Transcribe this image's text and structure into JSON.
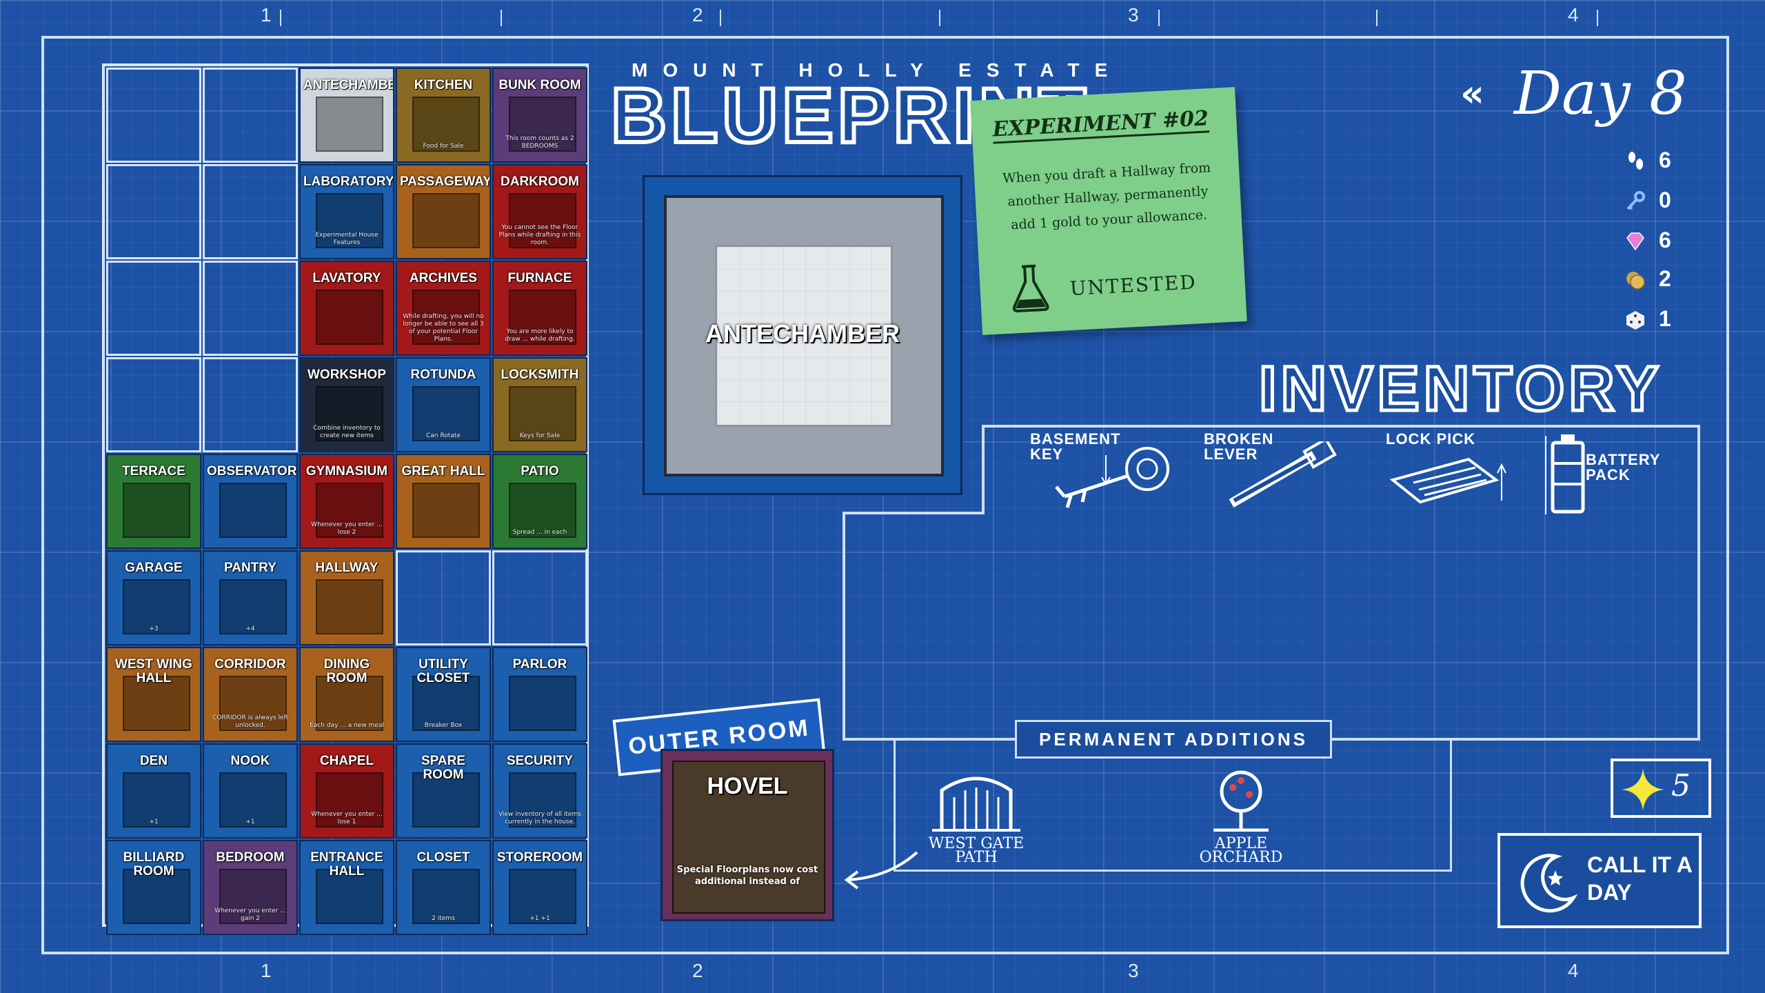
{
  "rulers": {
    "top": [
      "1",
      "2",
      "3",
      "4"
    ],
    "bottom": [
      "1",
      "2",
      "3",
      "4"
    ]
  },
  "header": {
    "subtitle": "MOUNT HOLLY ESTATE",
    "title": "BLUEPRINT"
  },
  "day": {
    "back_label": "«",
    "label": "Day 8"
  },
  "resources": [
    {
      "icon": "footsteps-icon",
      "value": "6"
    },
    {
      "icon": "key-icon",
      "value": "0"
    },
    {
      "icon": "gem-icon",
      "value": "6"
    },
    {
      "icon": "coins-icon",
      "value": "2"
    },
    {
      "icon": "dice-icon",
      "value": "1"
    }
  ],
  "estate": {
    "rooms": [
      {
        "name": "ANTECHAMBER",
        "desc": "",
        "color": "white"
      },
      {
        "name": "KITCHEN",
        "desc": "Food for Sale",
        "color": "gold"
      },
      {
        "name": "BUNK ROOM",
        "desc": "This room counts as 2 BEDROOMS",
        "color": "purple"
      },
      {
        "name": "LABORATORY",
        "desc": "Experimental House Features",
        "color": "blue"
      },
      {
        "name": "PASSAGEWAY",
        "desc": "",
        "color": "orange"
      },
      {
        "name": "DARKROOM",
        "desc": "You cannot see the Floor Plans while drafting in this room.",
        "color": "red"
      },
      {
        "name": "LAVATORY",
        "desc": "",
        "color": "red"
      },
      {
        "name": "ARCHIVES",
        "desc": "While drafting, you will no longer be able to see all 3 of your potential Floor Plans.",
        "color": "red"
      },
      {
        "name": "FURNACE",
        "desc": "You are more likely to draw ... while drafting.",
        "color": "red"
      },
      {
        "name": "WORKSHOP",
        "desc": "Combine inventory to create new items",
        "color": "dark"
      },
      {
        "name": "ROTUNDA",
        "desc": "Can Rotate",
        "color": "blue"
      },
      {
        "name": "LOCKSMITH",
        "desc": "Keys for Sale",
        "color": "gold"
      },
      {
        "name": "TERRACE",
        "desc": "",
        "color": "green"
      },
      {
        "name": "OBSERVATORY",
        "desc": "",
        "color": "blue"
      },
      {
        "name": "GYMNASIUM",
        "desc": "Whenever you enter ... lose 2",
        "color": "red"
      },
      {
        "name": "GREAT HALL",
        "desc": "",
        "color": "orange"
      },
      {
        "name": "PATIO",
        "desc": "Spread ... in each",
        "color": "green"
      },
      {
        "name": "GARAGE",
        "desc": "+3",
        "color": "blue"
      },
      {
        "name": "PANTRY",
        "desc": "+4",
        "color": "blue"
      },
      {
        "name": "HALLWAY",
        "desc": "",
        "color": "orange"
      },
      {
        "name": "WEST WING HALL",
        "desc": "",
        "color": "orange"
      },
      {
        "name": "CORRIDOR",
        "desc": "CORRIDOR is always left unlocked.",
        "color": "orange"
      },
      {
        "name": "DINING ROOM",
        "desc": "Each day ... a new meal",
        "color": "orange"
      },
      {
        "name": "UTILITY CLOSET",
        "desc": "Breaker Box",
        "color": "blue"
      },
      {
        "name": "PARLOR",
        "desc": "",
        "color": "blue"
      },
      {
        "name": "DEN",
        "desc": "+1",
        "color": "blue"
      },
      {
        "name": "NOOK",
        "desc": "+1",
        "color": "blue"
      },
      {
        "name": "CHAPEL",
        "desc": "Whenever you enter ... lose 1",
        "color": "red"
      },
      {
        "name": "SPARE ROOM",
        "desc": "",
        "color": "blue"
      },
      {
        "name": "SECURITY",
        "desc": "View inventory of all items currently in the house.",
        "color": "blue"
      },
      {
        "name": "BILLIARD ROOM",
        "desc": "",
        "color": "blue"
      },
      {
        "name": "BEDROOM",
        "desc": "Whenever you enter ... gain 2",
        "color": "purple"
      },
      {
        "name": "ENTRANCE HALL",
        "desc": "",
        "color": "blue"
      },
      {
        "name": "CLOSET",
        "desc": "2 items",
        "color": "blue"
      },
      {
        "name": "STOREROOM",
        "desc": "+1 +1",
        "color": "blue"
      }
    ]
  },
  "selected_room": {
    "name": "ANTECHAMBER"
  },
  "note": {
    "title": "EXPERIMENT #02",
    "body": "When you draft a Hallway from another Hallway, permanently add 1 gold to your allowance.",
    "status": "UNTESTED"
  },
  "inventory": {
    "title": "INVENTORY",
    "items": [
      {
        "label": "BASEMENT KEY",
        "icon": "basement-key-icon"
      },
      {
        "label": "BROKEN LEVER",
        "icon": "broken-lever-icon"
      },
      {
        "label": "LOCK PICK",
        "icon": "lock-pick-icon"
      },
      {
        "label": "BATTERY PACK",
        "icon": "battery-pack-icon"
      }
    ]
  },
  "permanent_additions": {
    "label": "PERMANENT ADDITIONS",
    "items": [
      {
        "label": "WEST GATE PATH",
        "icon": "gate-icon"
      },
      {
        "label": "APPLE ORCHARD",
        "icon": "tree-icon"
      }
    ]
  },
  "outer_room": {
    "tag": "OUTER ROOM",
    "name": "HOVEL",
    "desc": "Special Floorplans now cost additional instead of"
  },
  "stars": {
    "value": "5"
  },
  "call_it_a_day": {
    "label": "CALL IT A DAY"
  }
}
